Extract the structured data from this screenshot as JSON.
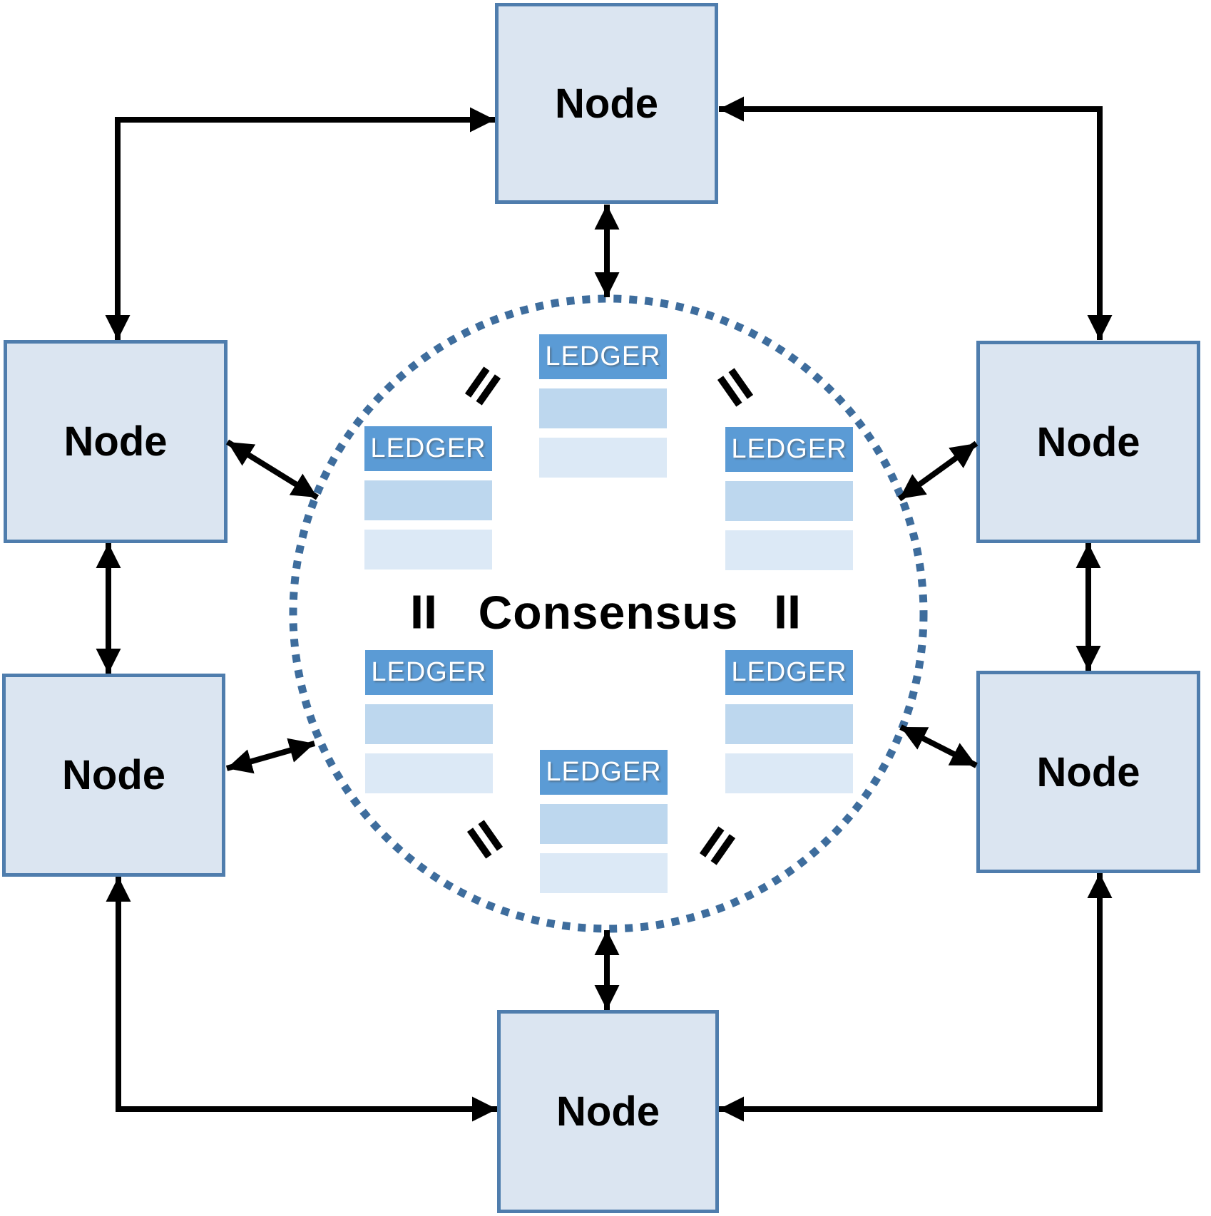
{
  "nodes": [
    {
      "id": "top",
      "label": "Node"
    },
    {
      "id": "left-upper",
      "label": "Node"
    },
    {
      "id": "left-lower",
      "label": "Node"
    },
    {
      "id": "right-upper",
      "label": "Node"
    },
    {
      "id": "right-lower",
      "label": "Node"
    },
    {
      "id": "bottom",
      "label": "Node"
    }
  ],
  "ledgers": [
    {
      "id": "top-center",
      "label": "LEDGER"
    },
    {
      "id": "upper-left",
      "label": "LEDGER"
    },
    {
      "id": "upper-right",
      "label": "LEDGER"
    },
    {
      "id": "lower-left",
      "label": "LEDGER"
    },
    {
      "id": "lower-right",
      "label": "LEDGER"
    },
    {
      "id": "bottom-center",
      "label": "LEDGER"
    }
  ],
  "consensus": {
    "label": "Consensus"
  },
  "equals_signs": {
    "count": 6
  },
  "colors": {
    "node_fill": "#dbe5f1",
    "node_border": "#4f7dad",
    "ledger_header": "#5b9bd5",
    "ledger_row_1": "#bdd7ee",
    "ledger_row_2": "#dce9f6",
    "circle_dot": "#3e6d9d",
    "arrow": "#000000",
    "text": "#000000",
    "ledger_text": "#ffffff"
  }
}
